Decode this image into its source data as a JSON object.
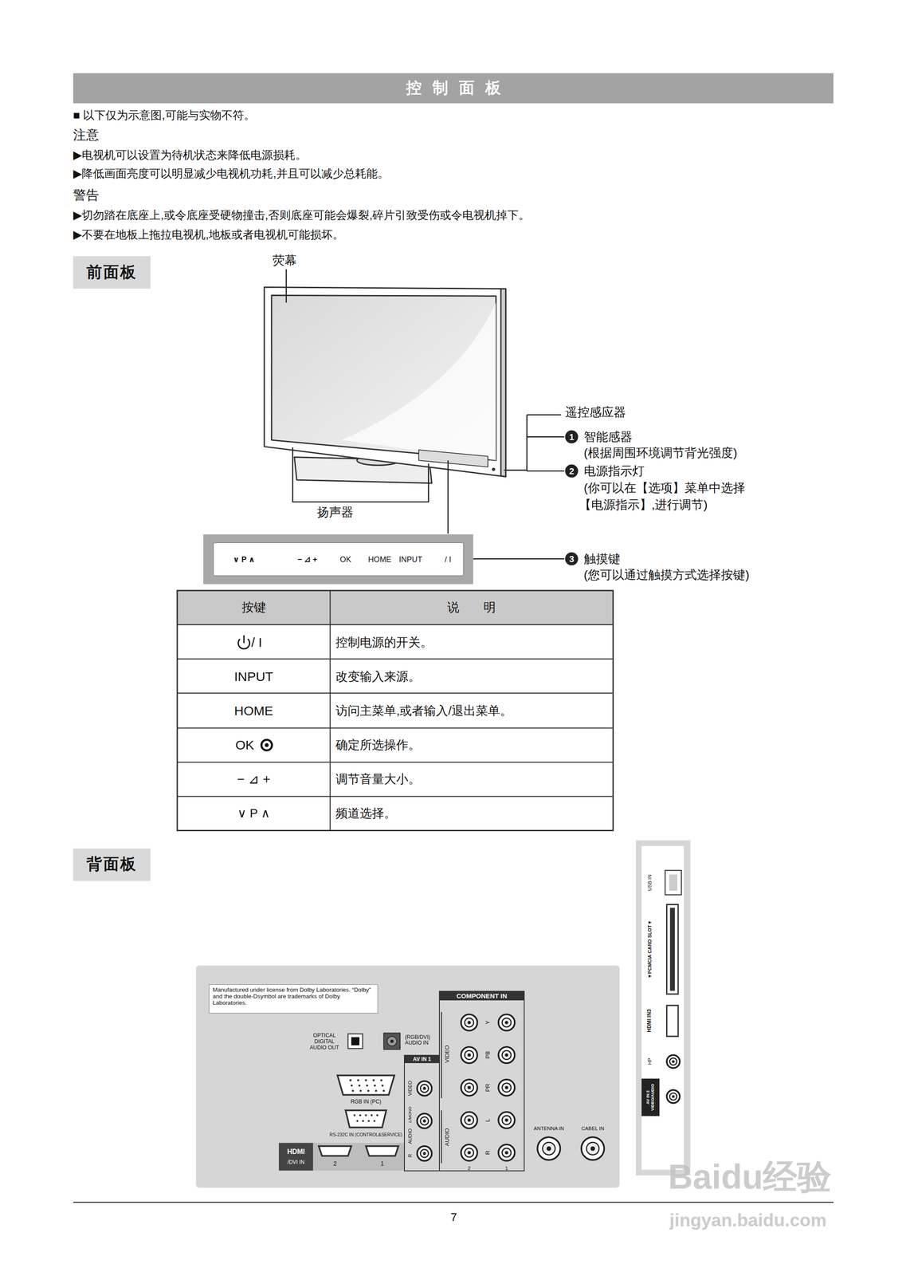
{
  "diagram": {
    "title": "控制面板",
    "nodes": [
      {
        "text": [
          "前面板"
        ]
      },
      {
        "text": [
          "∨  P  ∧",
          "−  ⊿  +",
          "OK",
          "HOME",
          "INPUT",
          "/ I"
        ]
      },
      {
        "text": [
          "背面板"
        ]
      },
      {
        "text": [
          "Manufactured under license from Dolby Laboratories. “Dolby” and the double-Dsymbol are trademarks of Dolby Laboratories."
        ]
      },
      {
        "text": [
          "COMPONENT IN"
        ]
      },
      {
        "text": [
          "AV IN 1"
        ]
      }
    ],
    "labels": [
      "■ 以下仅为示意图,可能与实物不符。",
      "注意",
      "▶电视机可以设置为待机状态来降低电源损耗。",
      "▶降低画面亮度可以明显减少电视机功耗,并且可以减少总耗能。",
      "警告",
      "▶切勿踏在底座上,或令底座受硬物撞击,否则底座可能会爆裂,碎片引致受伤或令电视机掉下。",
      "▶不要在地板上拖拉电视机,地板或者电视机可能损坏。",
      "荧幕",
      "遥控感应器",
      "1",
      "智能感器",
      "(根据周围环境调节背光强度)",
      "2",
      "电源指示灯",
      "(你可以在【选项】菜单中选择",
      "【电源指示】,进行调节)",
      "扬声器",
      "3",
      "触摸键",
      "(您可以通过触摸方式选择按键)",
      "按键",
      "说　　明",
      "/ I",
      "控制电源的开关。",
      "INPUT",
      "改变输入来源。",
      "HOME",
      "访问主菜单,或者输入/退出菜单。",
      "OK",
      "确定所选操作。",
      "−  ⊿  +",
      "调节音量大小。",
      "∨   P   ∧",
      "频道选择。",
      "OPTICAL DIGITAL AUDIO OUT",
      "(RGB/DVI) AUDIO IN",
      "RGB IN (PC)",
      "RS-232C IN (CONTROL&SERVICE)",
      "HDMI",
      "/DVI IN",
      "2",
      "1",
      "VIDEO",
      "L/MONO",
      "AUDIO",
      "R",
      "VIDEO",
      "AUDIO",
      "Y",
      "PB",
      "PR",
      "L",
      "R",
      "2",
      "1",
      "ANTENNA IN",
      "CABEL IN",
      "USB IN",
      "▼PCMCIA CARD SLOT▼",
      "HDMI IN3",
      "HP",
      "AV IN 2 VIDEO/AUDIO",
      "7",
      "Baidu经验",
      "jingyan.baidu.com"
    ]
  }
}
